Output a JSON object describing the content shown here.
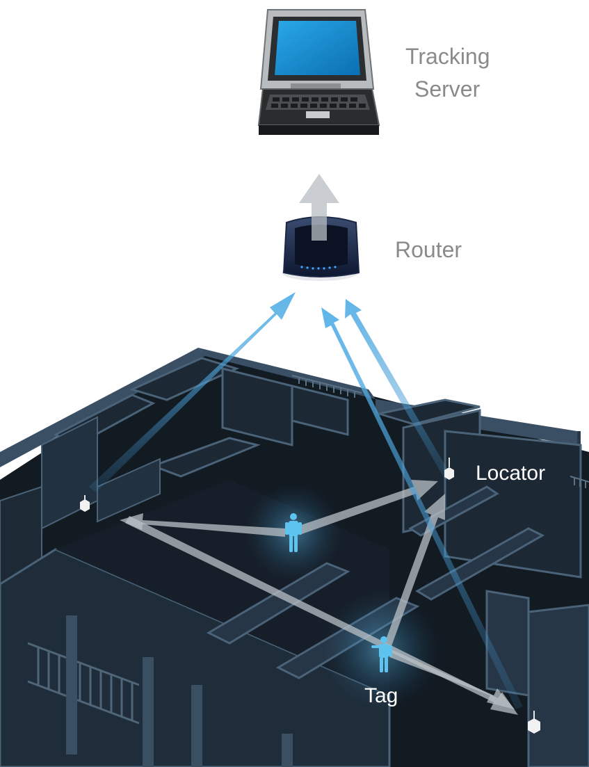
{
  "labels": {
    "tracking": "Tracking",
    "server": "Server",
    "router": "Router",
    "locator": "Locator",
    "tag": "Tag"
  },
  "colors": {
    "floor": "#121a22",
    "wall_top": "#3a4f63",
    "wall_side": "#1f2d3a",
    "blue_arrow": "#4aa3dc",
    "grey_arrow": "#a9b0b6",
    "person": "#5ec3ee"
  },
  "icons": [
    "laptop-icon",
    "router-icon",
    "locator-icon",
    "person-icon"
  ]
}
